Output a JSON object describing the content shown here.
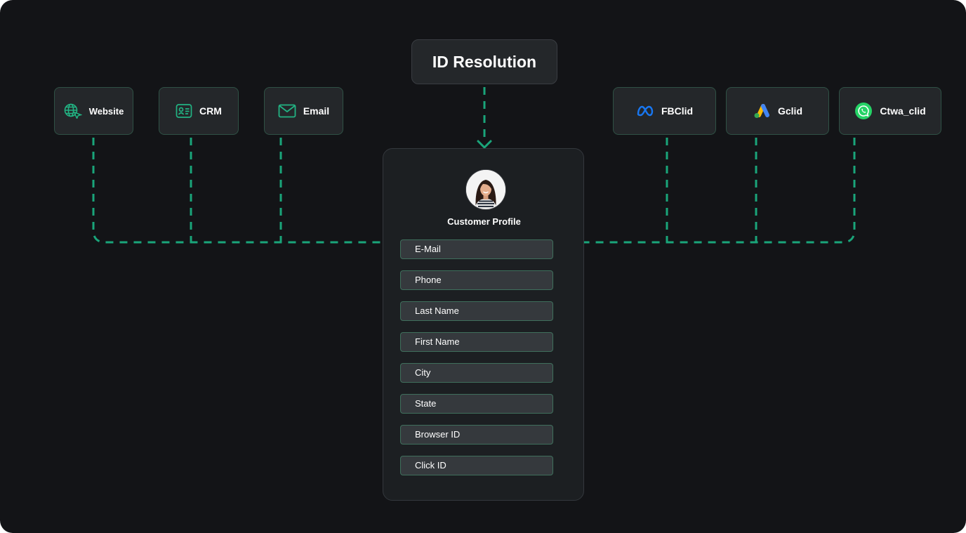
{
  "title": "ID Resolution",
  "sources_left": [
    {
      "label": "Website",
      "icon": "globe-cursor-icon"
    },
    {
      "label": "CRM",
      "icon": "contact-card-icon"
    },
    {
      "label": "Email",
      "icon": "envelope-icon"
    }
  ],
  "sources_right": [
    {
      "label": "FBClid",
      "icon": "meta-logo-icon"
    },
    {
      "label": "Gclid",
      "icon": "google-ads-logo-icon"
    },
    {
      "label": "Ctwa_clid",
      "icon": "whatsapp-logo-icon"
    }
  ],
  "profile": {
    "title": "Customer Profile",
    "fields": [
      "E-Mail",
      "Phone",
      "Last Name",
      "First Name",
      "City",
      "State",
      "Browser ID",
      "Click ID"
    ]
  },
  "colors": {
    "background": "#131417",
    "node": "#24272a",
    "node_border": "#2f5145",
    "connector": "#1aa57a",
    "field": "#35393d",
    "field_border": "#3f6f5c"
  }
}
